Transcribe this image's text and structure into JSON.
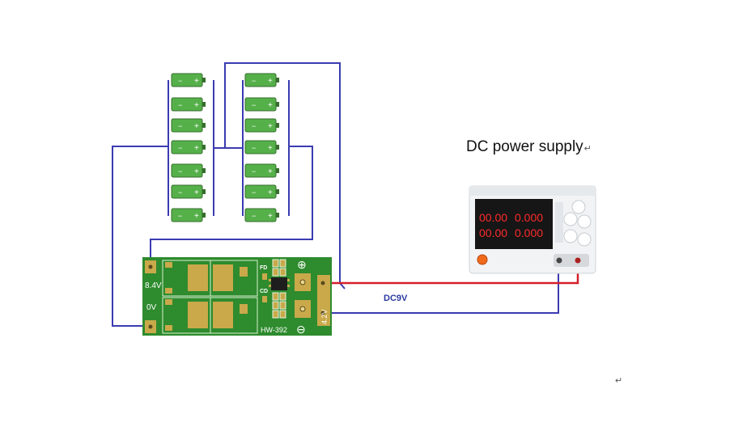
{
  "title": "DC power supply",
  "paragraph_mark": "↵",
  "stray_paragraph_mark": "↵",
  "wire_label": "DC9V",
  "board": {
    "left_top_label": "8.4V",
    "left_bottom_label": "0V",
    "right_label": "4.2V",
    "plus_symbol": "⊕",
    "minus_symbol": "⊖",
    "chip_labels": [
      "FD",
      "CD"
    ],
    "model": "HW-392"
  },
  "power_supply": {
    "display_top_left": "00.00",
    "display_top_right": "0.000",
    "display_bottom_left": "00.00",
    "display_bottom_right": "0.000"
  },
  "battery": {
    "minus": "−",
    "plus": "+"
  },
  "colors": {
    "wire_blue": "#3a3cb0",
    "wire_red": "#d4202a",
    "pcb_green": "#2e8b2e",
    "pad_gold": "#c9a94a",
    "battery_green": "#56b04a",
    "label_blue": "#2a3aa0",
    "display_red": "#ff2a2a"
  }
}
